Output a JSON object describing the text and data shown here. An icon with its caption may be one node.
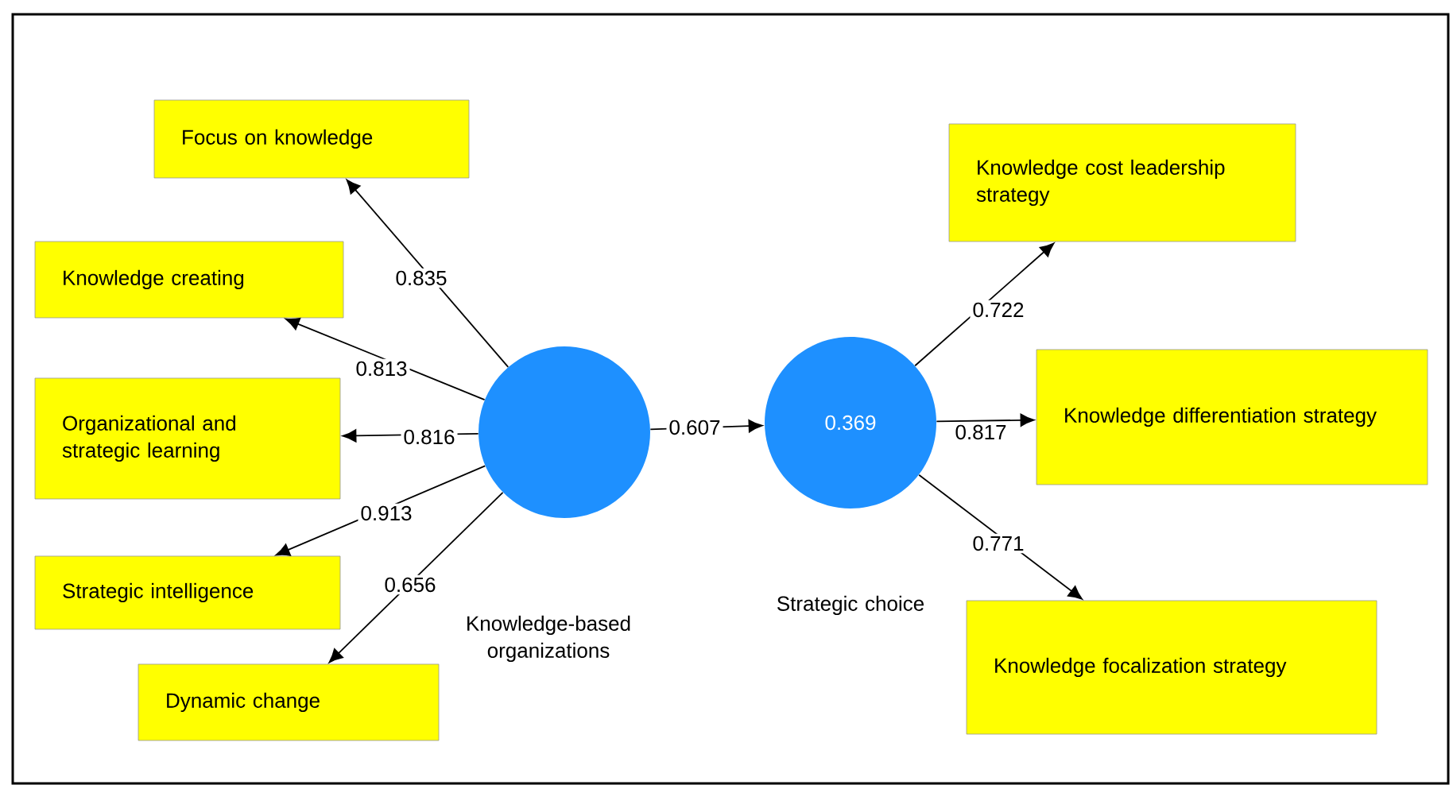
{
  "diagram": {
    "nodes": [
      {
        "text": [
          "Focus on knowledge"
        ]
      },
      {
        "text": [
          "Knowledge creating"
        ]
      },
      {
        "text": [
          "Organizational and strategic learning"
        ]
      },
      {
        "text": [
          "Strategic intelligence"
        ]
      },
      {
        "text": [
          "Dynamic change"
        ]
      },
      {
        "text": [],
        "shape": "circle"
      },
      {
        "text": [
          "0.369"
        ]
      },
      {
        "text": [
          "Knowledge cost leadership strategy"
        ]
      },
      {
        "text": [
          "Knowledge differentiation strategy"
        ]
      },
      {
        "text": [
          "Knowledge focalization strategy"
        ]
      }
    ],
    "edges": [
      {
        "from": 5,
        "to": 0,
        "arrow": "to",
        "label": "0.835"
      },
      {
        "from": 5,
        "to": 1,
        "arrow": "to",
        "label": "0.813"
      },
      {
        "from": 5,
        "to": 2,
        "arrow": "to",
        "label": "0.816"
      },
      {
        "from": 5,
        "to": 3,
        "arrow": "to",
        "label": "0.913"
      },
      {
        "from": 5,
        "to": 4,
        "arrow": "to",
        "label": "0.656"
      },
      {
        "from": 5,
        "to": 6,
        "arrow": "to",
        "label": "0.607"
      },
      {
        "from": 6,
        "to": 7,
        "arrow": "to",
        "label": "0.722"
      },
      {
        "from": 6,
        "to": 8,
        "arrow": "to",
        "label": "0.817"
      },
      {
        "from": 6,
        "to": 9,
        "arrow": "to",
        "label": "0.771"
      }
    ],
    "labels": [
      "Strategic choice",
      "Knowledge-based organizations"
    ]
  }
}
